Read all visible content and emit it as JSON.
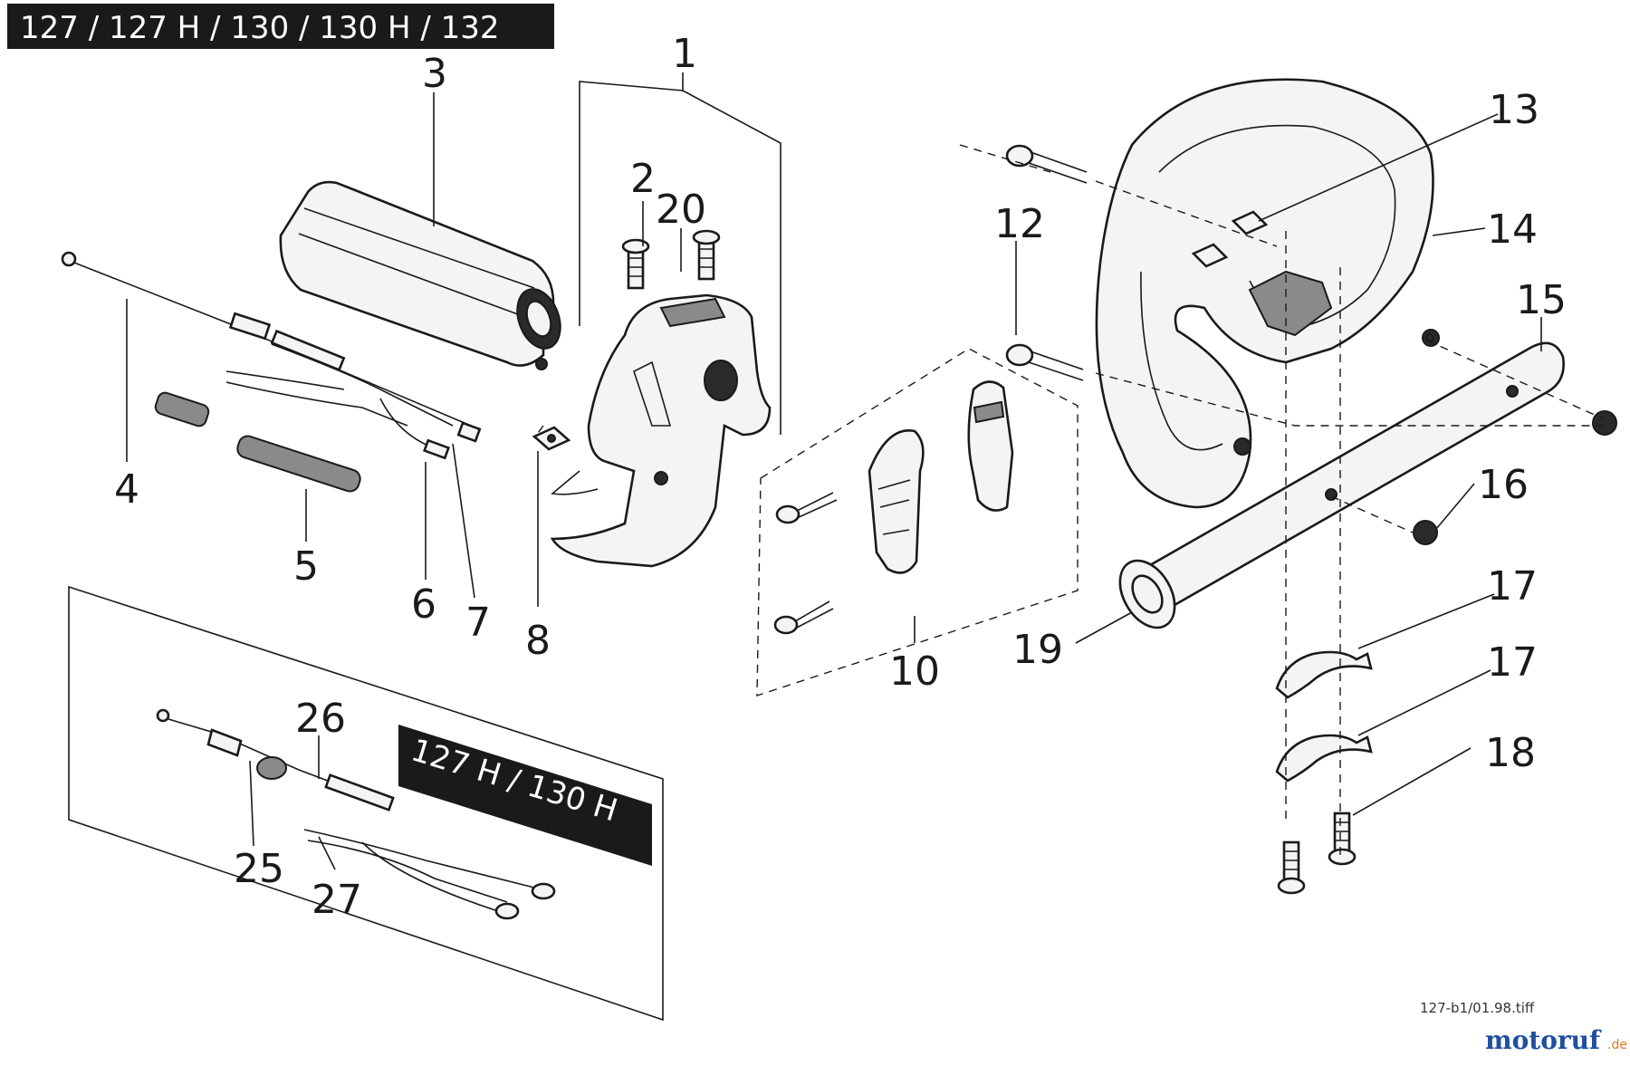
{
  "model_banner_top": "127 / 127 H / 130 / 130 H / 132",
  "model_banner_inset": "127 H / 130 H",
  "callouts": [
    "1",
    "2",
    "3",
    "4",
    "5",
    "6",
    "7",
    "8",
    "10",
    "12",
    "13",
    "14",
    "15",
    "16",
    "17",
    "17",
    "18",
    "19",
    "20",
    "25",
    "26",
    "27"
  ],
  "file_name": "127-b1/01.98.tiff",
  "watermark": {
    "left": "motoruf",
    "right": ".de",
    "left_color": "#1e4fa0",
    "right_color": "#e07a1a"
  }
}
